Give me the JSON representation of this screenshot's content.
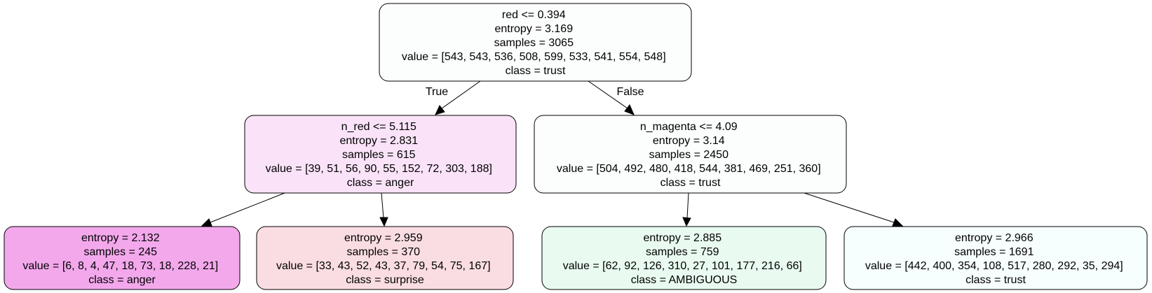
{
  "nodes": [
    {
      "id": "root",
      "fill": "#fcfefd",
      "lines": [
        "red <= 0.394",
        "entropy = 3.169",
        "samples = 3065",
        "value = [543, 543, 536, 508, 599, 533, 541, 554, 548]",
        "class = trust"
      ]
    },
    {
      "id": "left",
      "fill": "#fae3f8",
      "lines": [
        "n_red <= 5.115",
        "entropy = 2.831",
        "samples = 615",
        "value = [39, 51, 56, 90, 55, 152, 72, 303, 188]",
        "class = anger"
      ]
    },
    {
      "id": "right",
      "fill": "#fbfefd",
      "lines": [
        "n_magenta <= 4.09",
        "entropy = 3.14",
        "samples = 2450",
        "value = [504, 492, 480, 418, 544, 381, 469, 251, 360]",
        "class = trust"
      ]
    },
    {
      "id": "left-left",
      "fill": "#f3a8ec",
      "lines": [
        "entropy = 2.132",
        "samples = 245",
        "value = [6, 8, 4, 47, 18, 73, 18, 228, 21]",
        "class = anger"
      ]
    },
    {
      "id": "left-right",
      "fill": "#fadde2",
      "lines": [
        "entropy = 2.959",
        "samples = 370",
        "value = [33, 43, 52, 43, 37, 79, 54, 75, 167]",
        "class = surprise"
      ]
    },
    {
      "id": "right-left",
      "fill": "#e9fbf0",
      "lines": [
        "entropy = 2.885",
        "samples = 759",
        "value = [62, 92, 126, 310, 27, 101, 177, 216, 66]",
        "class = AMBIGUOUS"
      ]
    },
    {
      "id": "right-right",
      "fill": "#f6fefe",
      "lines": [
        "entropy = 2.966",
        "samples = 1691",
        "value = [442, 400, 354, 108, 517, 280, 292, 35, 294]",
        "class = trust"
      ]
    }
  ],
  "edges": [
    {
      "from": "root",
      "to": "left",
      "label": "True"
    },
    {
      "from": "root",
      "to": "right",
      "label": "False"
    },
    {
      "from": "left",
      "to": "left-left",
      "label": ""
    },
    {
      "from": "left",
      "to": "left-right",
      "label": ""
    },
    {
      "from": "right",
      "to": "right-left",
      "label": ""
    },
    {
      "from": "right",
      "to": "right-right",
      "label": ""
    }
  ]
}
